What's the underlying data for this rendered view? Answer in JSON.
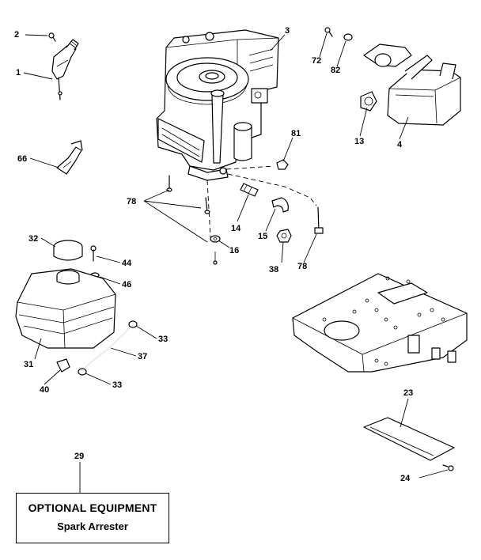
{
  "callouts": {
    "c1": "1",
    "c2": "2",
    "c3": "3",
    "c4": "4",
    "c13": "13",
    "c14": "14",
    "c15": "15",
    "c16": "16",
    "c23": "23",
    "c24": "24",
    "c29": "29",
    "c31": "31",
    "c32": "32",
    "c33a": "33",
    "c33b": "33",
    "c37": "37",
    "c38": "38",
    "c40": "40",
    "c44": "44",
    "c46": "46",
    "c66": "66",
    "c72": "72",
    "c78a": "78",
    "c78b": "78",
    "c81": "81",
    "c82": "82"
  },
  "optional_box": {
    "title": "OPTIONAL EQUIPMENT",
    "subtitle": "Spark Arrester"
  }
}
